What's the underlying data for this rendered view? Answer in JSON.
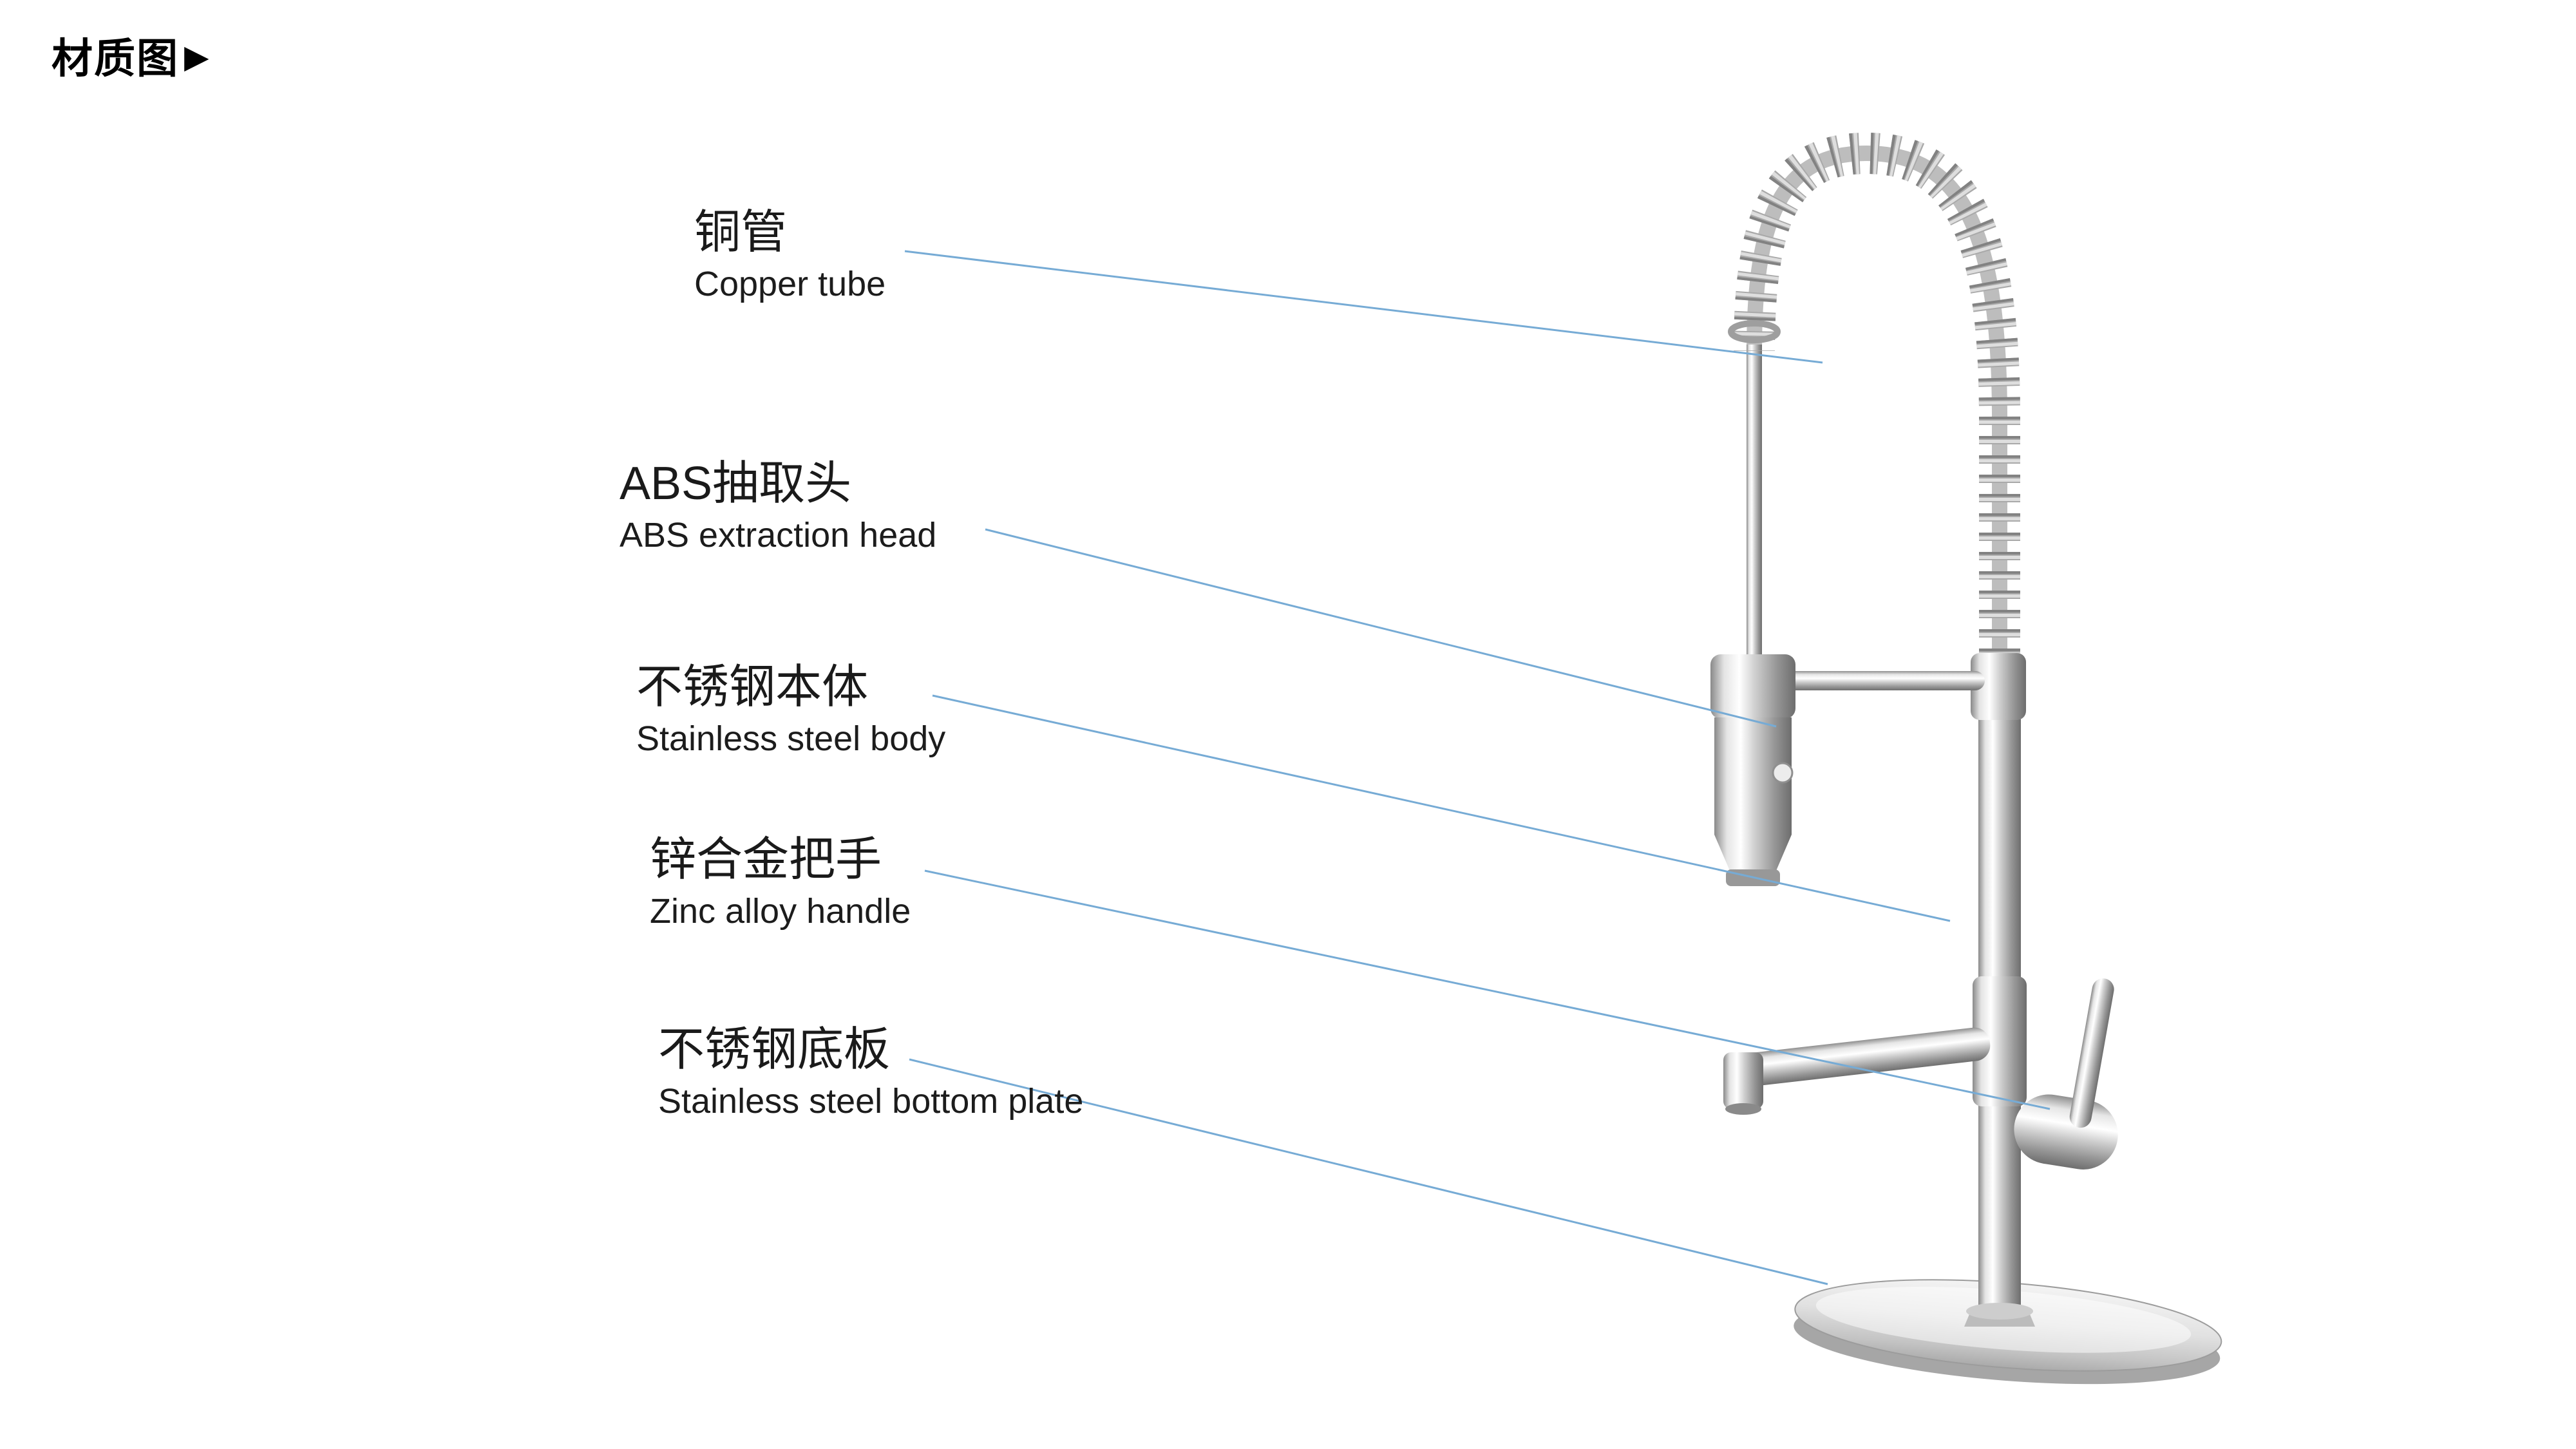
{
  "page": {
    "title": "材质图",
    "title_arrow": "▶"
  },
  "colors": {
    "leader_line": "#76abd5",
    "text": "#1a1a1a",
    "background": "#ffffff"
  },
  "labels": [
    {
      "id": "copper-tube",
      "zh": "铜管",
      "en": "Copper tube"
    },
    {
      "id": "abs-extraction-head",
      "zh": "ABS抽取头",
      "en": "ABS extraction head"
    },
    {
      "id": "stainless-steel-body",
      "zh": "不锈钢本体",
      "en": "Stainless steel body"
    },
    {
      "id": "zinc-alloy-handle",
      "zh": "锌合金把手",
      "en": "Zinc alloy handle"
    },
    {
      "id": "stainless-steel-bottom-plate",
      "zh": "不锈钢底板",
      "en": "Stainless steel bottom plate"
    }
  ]
}
